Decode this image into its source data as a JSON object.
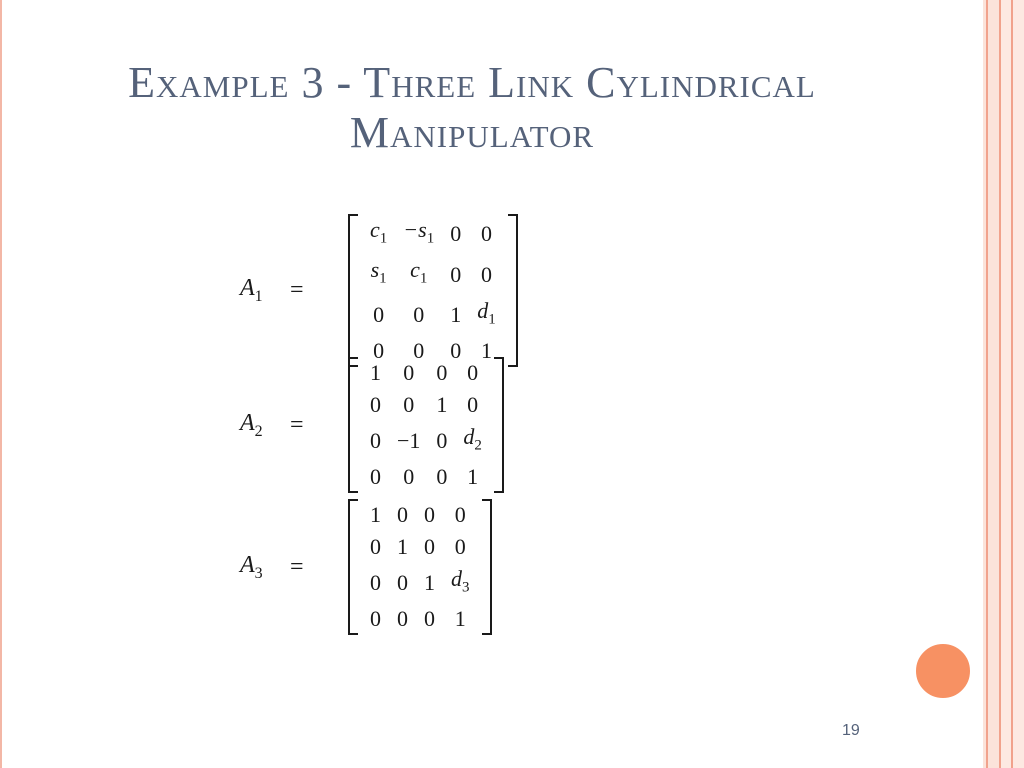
{
  "slide": {
    "title_line1": "Example 3 - Three Link Cylindrical",
    "title_line2": "Manipulator",
    "slide_number": "19",
    "accent_color": "#f79163"
  },
  "equations": [
    {
      "lhs": "A",
      "lhs_sub": "1",
      "equals": "=",
      "rows": [
        [
          {
            "t": "c",
            "s": "1",
            "v": true
          },
          {
            "t": "−s",
            "s": "1",
            "v": true
          },
          {
            "t": "0"
          },
          {
            "t": "0"
          }
        ],
        [
          {
            "t": "s",
            "s": "1",
            "v": true
          },
          {
            "t": "c",
            "s": "1",
            "v": true
          },
          {
            "t": "0"
          },
          {
            "t": "0"
          }
        ],
        [
          {
            "t": "0"
          },
          {
            "t": "0"
          },
          {
            "t": "1"
          },
          {
            "t": "d",
            "s": "1",
            "v": true
          }
        ],
        [
          {
            "t": "0"
          },
          {
            "t": "0"
          },
          {
            "t": "0"
          },
          {
            "t": "1"
          }
        ]
      ]
    },
    {
      "lhs": "A",
      "lhs_sub": "2",
      "equals": "=",
      "rows": [
        [
          {
            "t": "1"
          },
          {
            "t": "0"
          },
          {
            "t": "0"
          },
          {
            "t": "0"
          }
        ],
        [
          {
            "t": "0"
          },
          {
            "t": "0"
          },
          {
            "t": "1"
          },
          {
            "t": "0"
          }
        ],
        [
          {
            "t": "0"
          },
          {
            "t": "−1"
          },
          {
            "t": "0"
          },
          {
            "t": "d",
            "s": "2",
            "v": true
          }
        ],
        [
          {
            "t": "0"
          },
          {
            "t": "0"
          },
          {
            "t": "0"
          },
          {
            "t": "1"
          }
        ]
      ]
    },
    {
      "lhs": "A",
      "lhs_sub": "3",
      "equals": "=",
      "rows": [
        [
          {
            "t": "1"
          },
          {
            "t": "0"
          },
          {
            "t": "0"
          },
          {
            "t": "0"
          }
        ],
        [
          {
            "t": "0"
          },
          {
            "t": "1"
          },
          {
            "t": "0"
          },
          {
            "t": "0"
          }
        ],
        [
          {
            "t": "0"
          },
          {
            "t": "0"
          },
          {
            "t": "1"
          },
          {
            "t": "d",
            "s": "3",
            "v": true
          }
        ],
        [
          {
            "t": "0"
          },
          {
            "t": "0"
          },
          {
            "t": "0"
          },
          {
            "t": "1"
          }
        ]
      ]
    }
  ]
}
